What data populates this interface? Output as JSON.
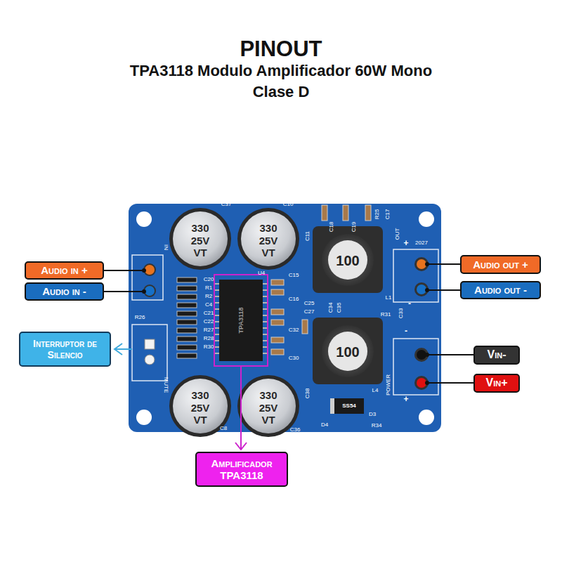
{
  "diagram": {
    "title": "PINOUT",
    "nodes": [
      {
        "text": [
          "Audio in +"
        ]
      },
      {
        "text": [
          "Audio in -"
        ]
      },
      {
        "text": [
          "Interruptor de Silencio"
        ]
      },
      {
        "text": [
          "Audio out +"
        ]
      },
      {
        "text": [
          "Audio out -"
        ]
      },
      {
        "text": [
          "Vin-"
        ]
      },
      {
        "text": [
          "Vin+"
        ]
      },
      {
        "text": [
          "Amplificador TPA3118"
        ]
      }
    ],
    "labels": [
      "TPA3118 Modulo Amplificador 60W Mono Clase D",
      "C37",
      "C10",
      "330",
      "25V",
      "VT",
      "330",
      "25V",
      "VT",
      "330",
      "25V",
      "VT",
      "330",
      "25V",
      "VT",
      "U4",
      "TPA3118",
      "100",
      "100",
      "C15",
      "C16",
      "C25",
      "C27",
      "C34",
      "C35",
      "C32",
      "C30",
      "C11",
      "C18",
      "C19",
      "R25",
      "C17",
      "OUT",
      "+",
      "2027",
      "-",
      "L1",
      "R31",
      "C33",
      "-",
      "POWER",
      "+",
      "L4",
      "SS54",
      "D3",
      "D4",
      "R34",
      "C38",
      "C36",
      "C8",
      "R26",
      "MUTE",
      "IN",
      "C20",
      "R1",
      "R2",
      "C4",
      "C21",
      "C22",
      "R27",
      "R28",
      "R30"
    ]
  }
}
